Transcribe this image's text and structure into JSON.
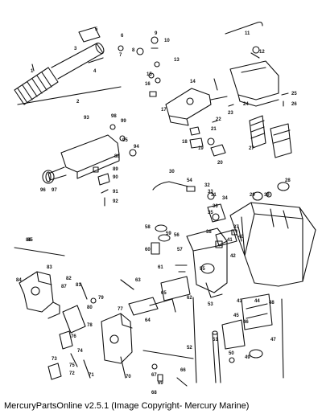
{
  "caption": "MercuryPartsOnline v2.5.1 (Image Copyright- Mercury Marine)",
  "diagram": {
    "callouts": [
      "1",
      "2",
      "3",
      "4",
      "5",
      "6",
      "7",
      "8",
      "9",
      "10",
      "11",
      "12",
      "13",
      "14",
      "15",
      "16",
      "17",
      "18",
      "19",
      "20",
      "21",
      "22",
      "23",
      "24",
      "25",
      "26",
      "27",
      "28",
      "29",
      "30",
      "31",
      "32",
      "33",
      "34",
      "35",
      "36",
      "37",
      "38",
      "39",
      "40",
      "41",
      "42",
      "43",
      "44",
      "45",
      "46",
      "47",
      "48",
      "49",
      "50",
      "51",
      "52",
      "53",
      "54",
      "55",
      "56",
      "57",
      "58",
      "59",
      "60",
      "61",
      "62",
      "63",
      "64",
      "65",
      "66",
      "67",
      "68",
      "69",
      "70",
      "71",
      "72",
      "73",
      "74",
      "75",
      "76",
      "77",
      "78",
      "79",
      "80",
      "81",
      "82",
      "83",
      "84",
      "85",
      "86",
      "87",
      "88",
      "89",
      "90",
      "91",
      "92",
      "93",
      "94",
      "95",
      "96",
      "97",
      "98",
      "99"
    ]
  }
}
